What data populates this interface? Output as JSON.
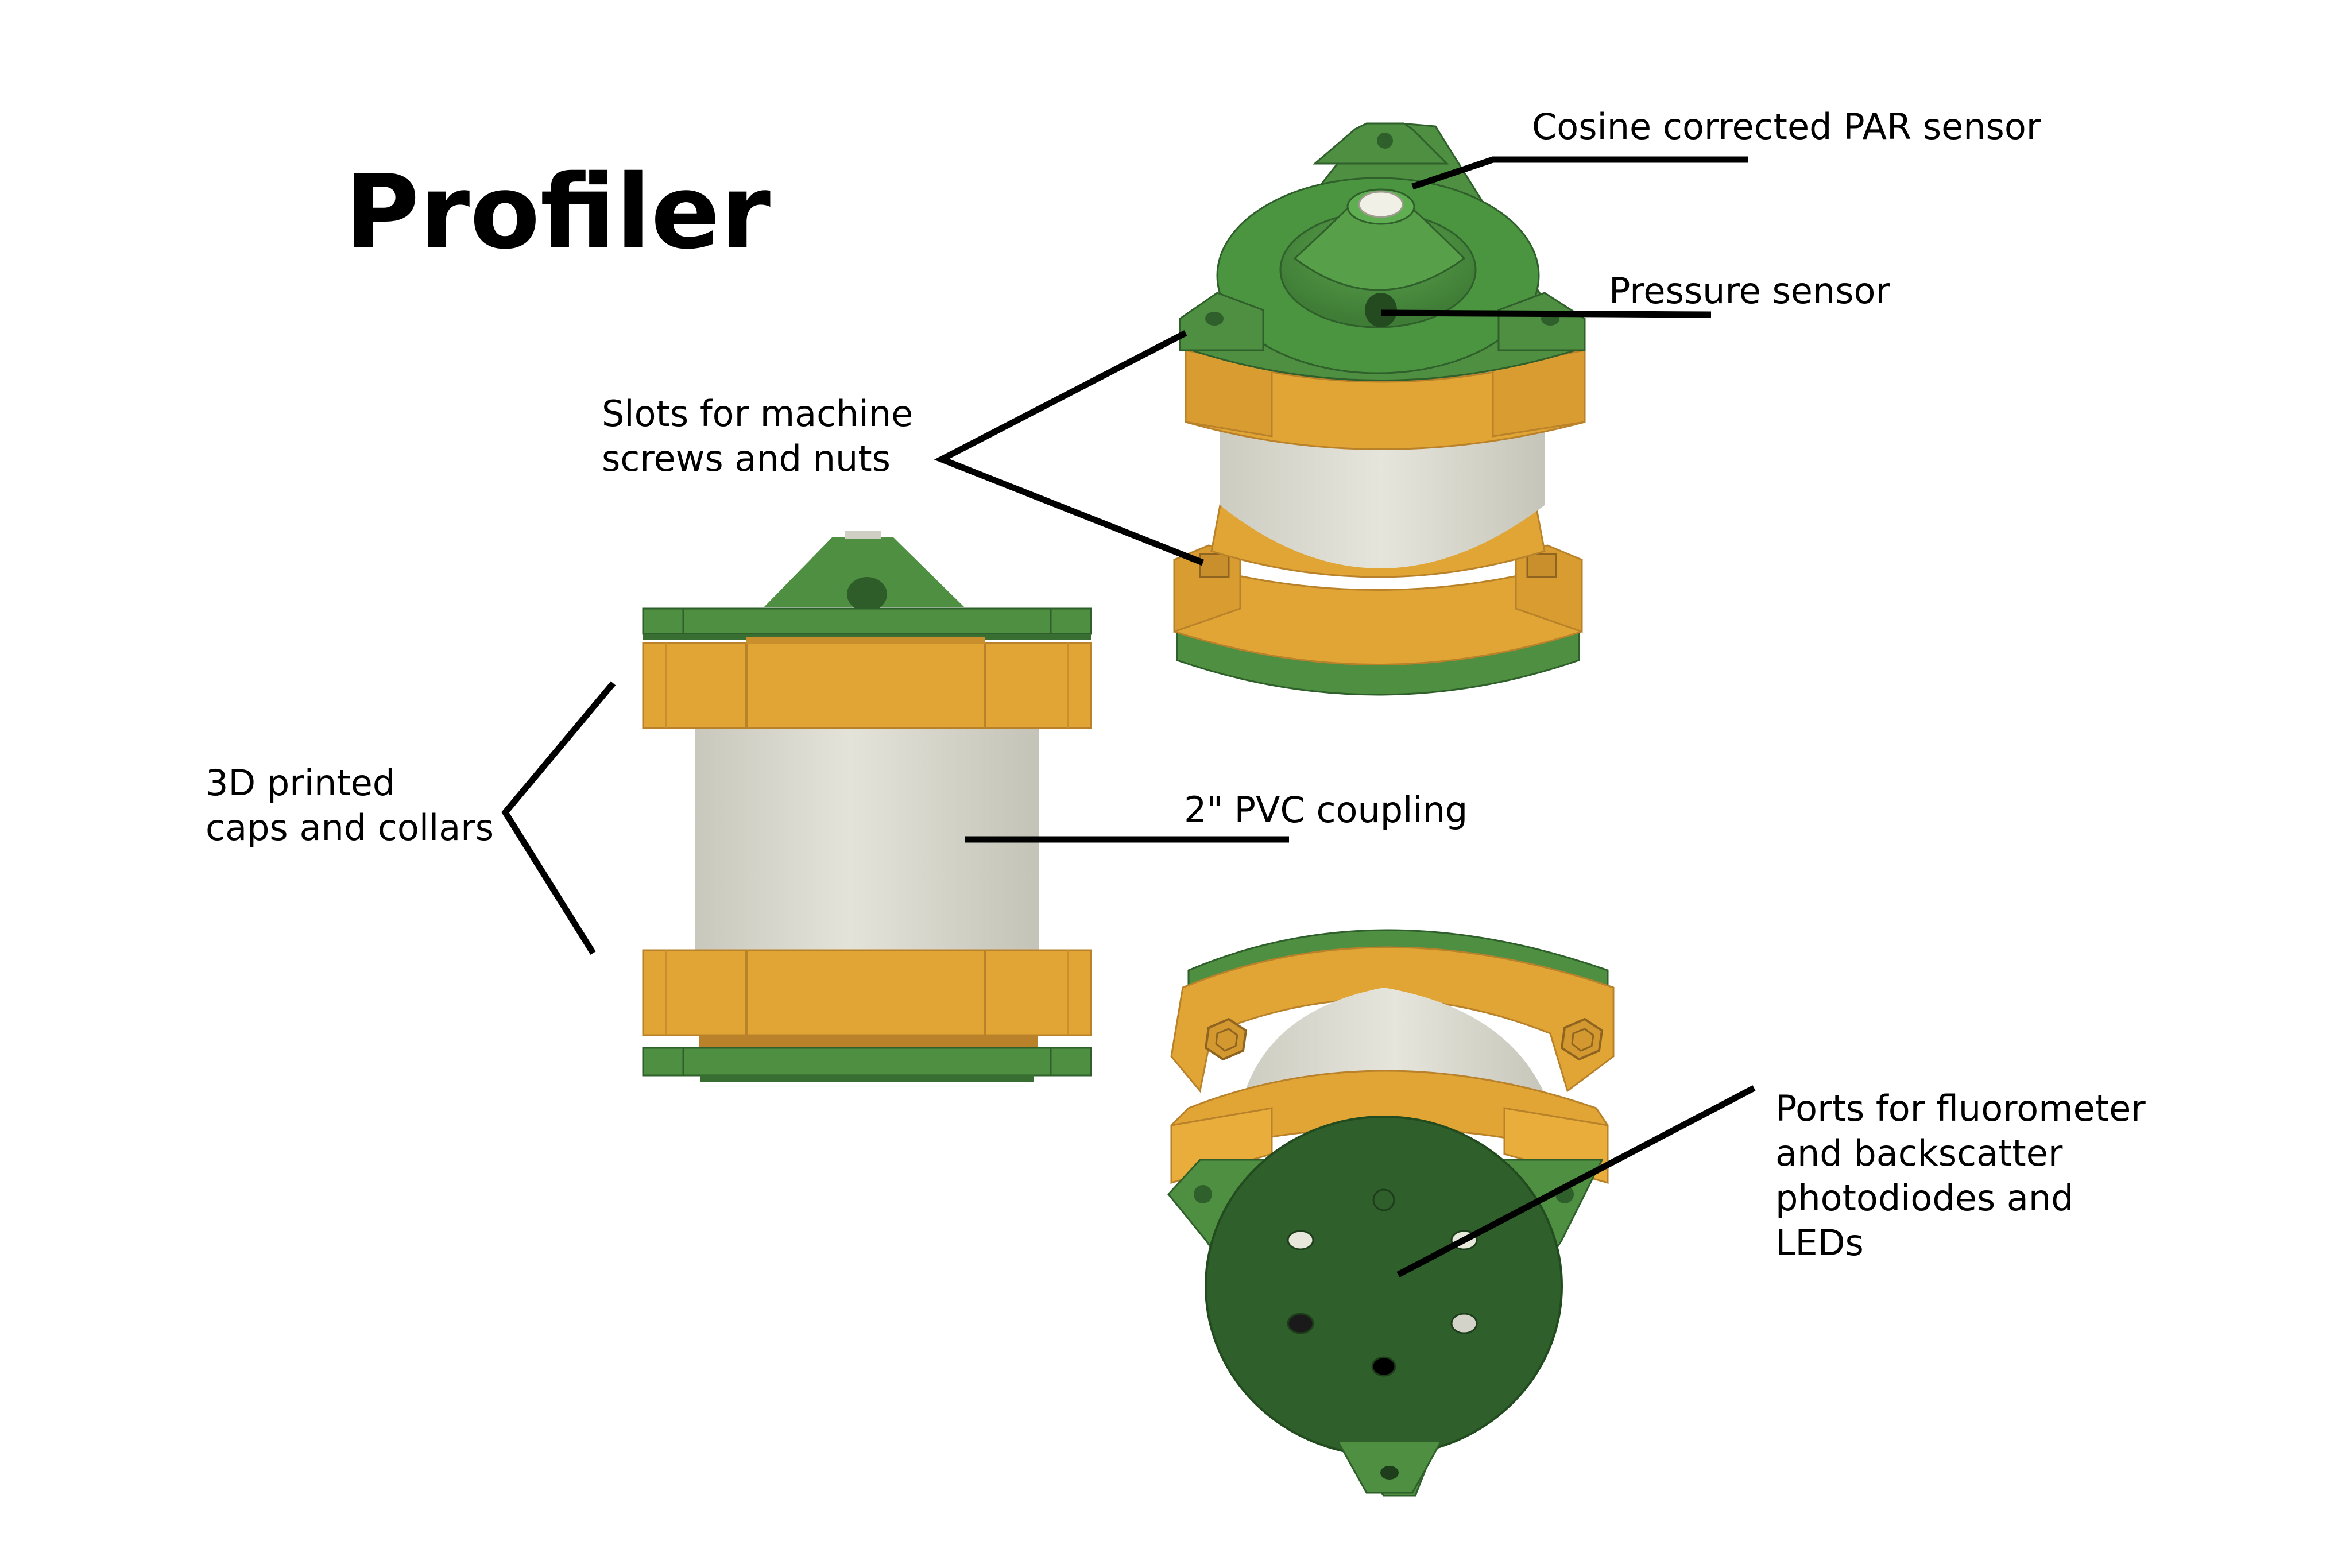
{
  "title": "Profiler",
  "labels": {
    "par_sensor": "Cosine corrected PAR sensor",
    "pressure_sensor": "Pressure sensor",
    "slots": [
      "Slots for machine",
      "screws and nuts"
    ],
    "caps": [
      "3D printed",
      "caps and collars"
    ],
    "pvc": "2\" PVC coupling",
    "ports": [
      "Ports for fluorometer",
      "and backscatter",
      "photodiodes and",
      "LEDs"
    ]
  },
  "colors": {
    "cap_green": "#4e8f42",
    "cap_green_dark": "#2f5f2a",
    "collar_orange": "#e1a535",
    "collar_orange_dark": "#b9822a",
    "pvc_white": "#dcdbd0",
    "leader_line": "#000000"
  }
}
